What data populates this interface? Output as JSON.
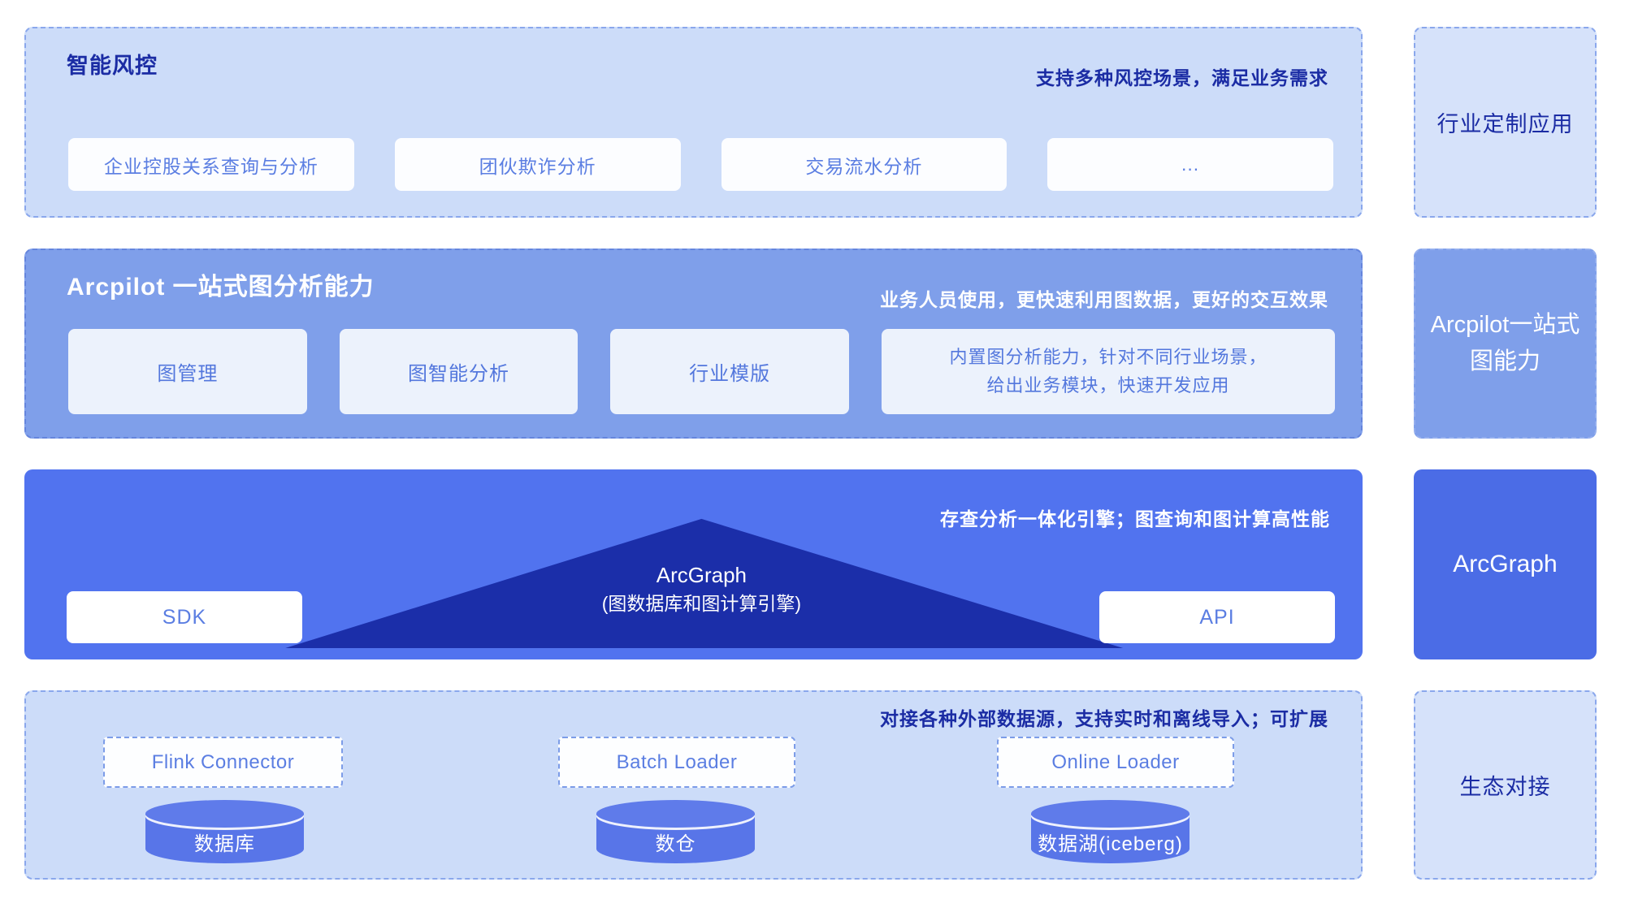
{
  "palette": {
    "light_row_bg": "#ccdcf9",
    "light_row_border": "#8aa7ec",
    "mid_blue_bg": "#7f9fea",
    "bright_blue_bg": "#5173ef",
    "dark_navy": "#1b2ea9",
    "navy_text": "#1b2ca4",
    "box_text_blue": "#5b7ee2",
    "cylinder_blue": "#5875e8",
    "sidebar_arcgraph_bg": "#4b6ce6"
  },
  "main": {
    "risk": {
      "title": "智能风控",
      "annotation": "支持多种风控场景，满足业务需求",
      "scenarios": [
        {
          "label": "企业控股关系查询与分析"
        },
        {
          "label": "团伙欺诈分析"
        },
        {
          "label": "交易流水分析"
        },
        {
          "label": "..."
        }
      ]
    },
    "arcpilot": {
      "title": "Arcpilot 一站式图分析能力",
      "annotation": "业务人员使用，更快速利用图数据，更好的交互效果",
      "modules": [
        {
          "label": "图管理"
        },
        {
          "label": "图智能分析"
        },
        {
          "label": "行业模版"
        }
      ],
      "feature": {
        "line1": "内置图分析能力，针对不同行业场景，",
        "line2": "给出业务模块，快速开发应用"
      }
    },
    "arcgraph": {
      "annotation": "存查分析一体化引擎；图查询和图计算高性能",
      "engine": {
        "name": "ArcGraph",
        "subtitle": "(图数据库和图计算引擎)"
      },
      "sdk_label": "SDK",
      "api_label": "API"
    },
    "eco": {
      "annotation": "对接各种外部数据源，支持实时和离线导入；可扩展",
      "loaders": [
        {
          "label": "Flink Connector"
        },
        {
          "label": "Batch Loader"
        },
        {
          "label": "Online Loader"
        }
      ],
      "stores": [
        {
          "label": "数据库"
        },
        {
          "label": "数仓"
        },
        {
          "label": "数据湖(iceberg)"
        }
      ]
    }
  },
  "sidebar": {
    "items": [
      {
        "label": "行业定制应用"
      },
      {
        "label": "Arcpilot一站式图能力"
      },
      {
        "label": "ArcGraph"
      },
      {
        "label": "生态对接"
      }
    ]
  }
}
